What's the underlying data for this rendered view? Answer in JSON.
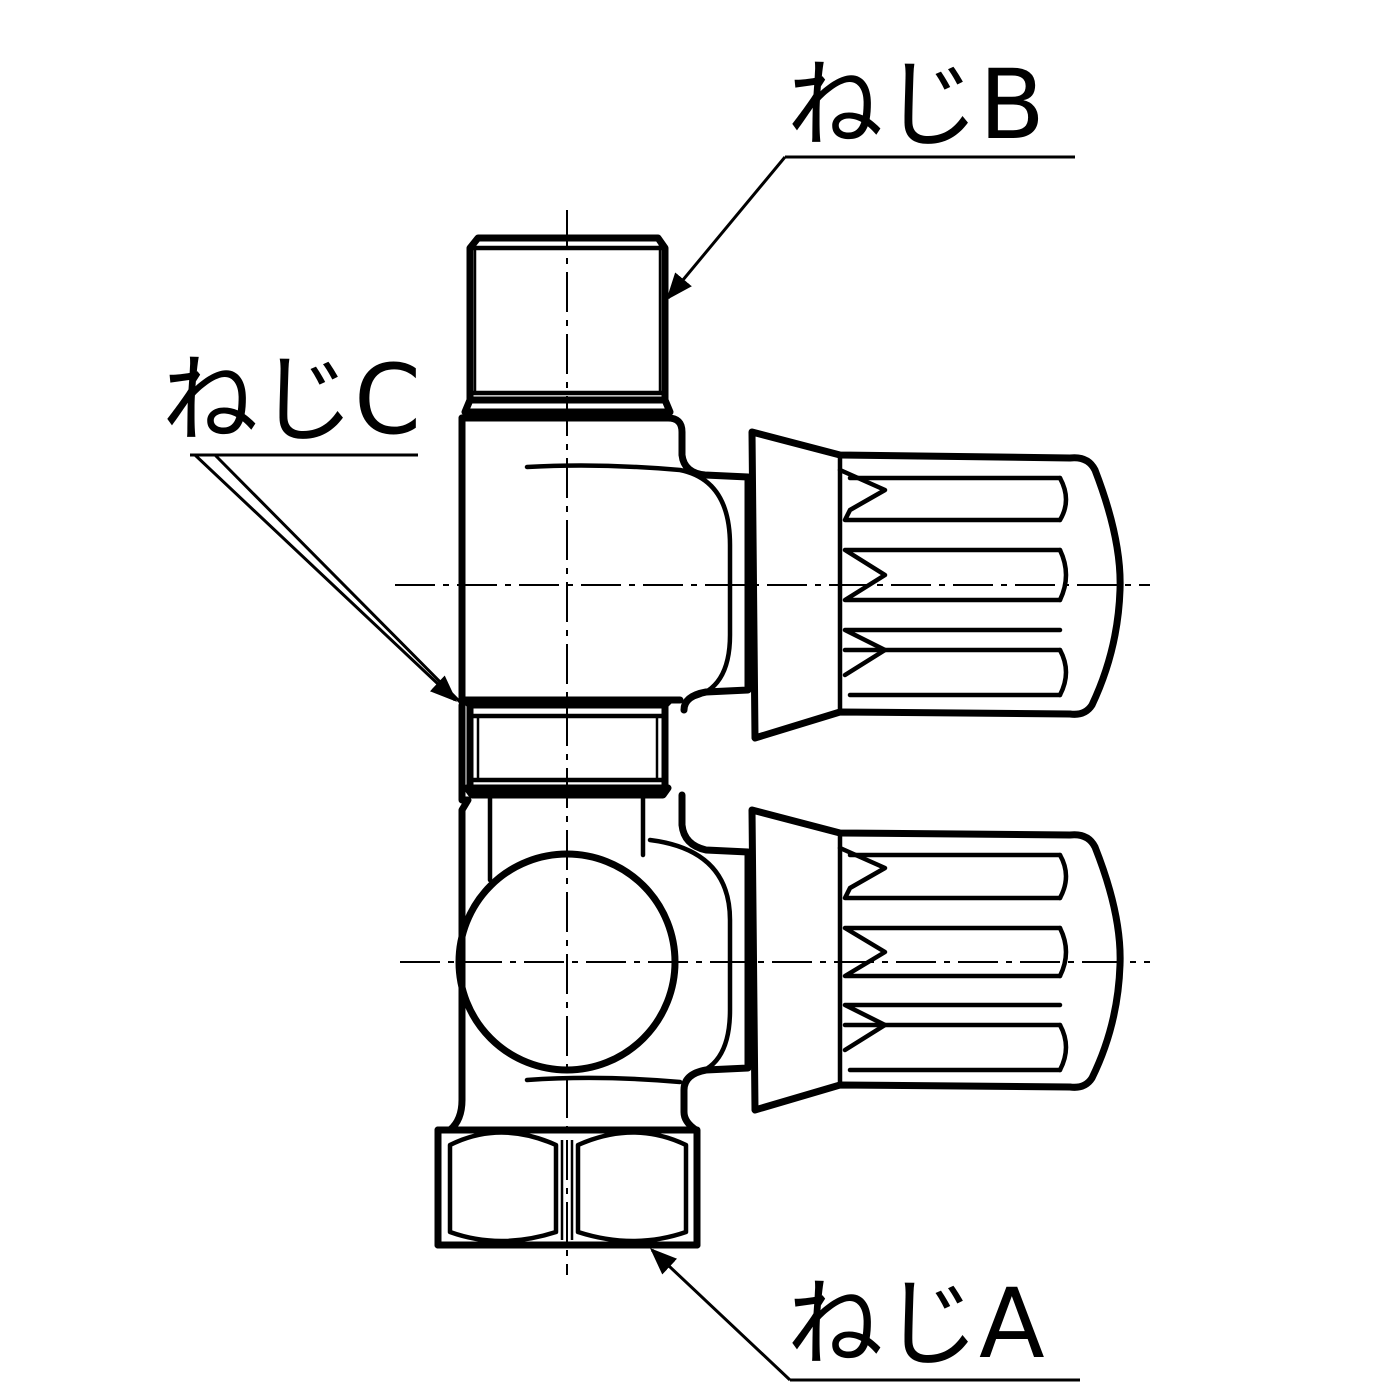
{
  "labels": {
    "screw_b": "ねじB",
    "screw_c": "ねじC",
    "screw_a": "ねじA"
  },
  "colors": {
    "line": "#000000",
    "background": "#ffffff"
  }
}
